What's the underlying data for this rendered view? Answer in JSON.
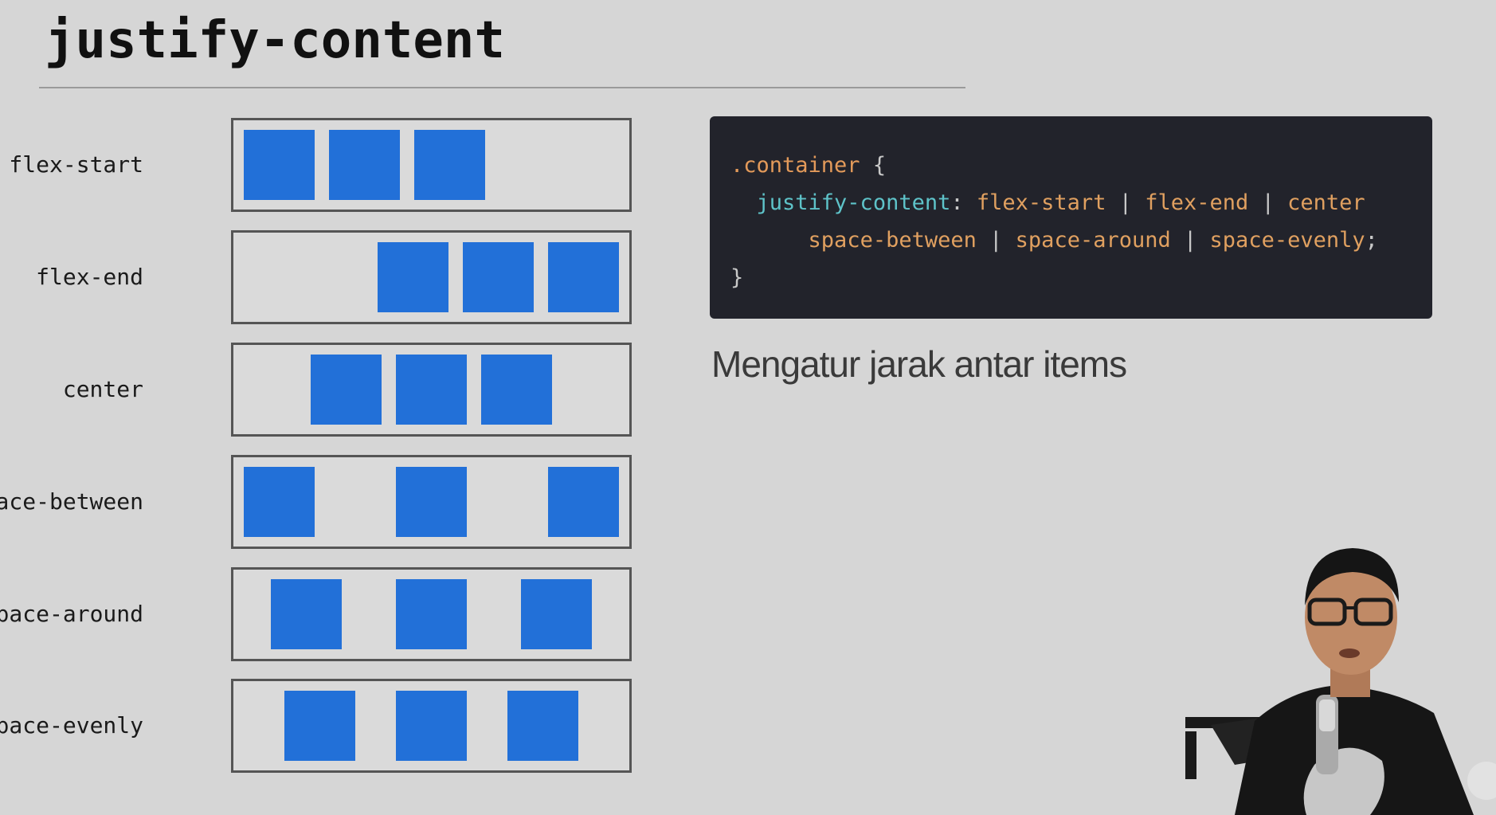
{
  "slide": {
    "title": "justify-content"
  },
  "demo": {
    "rows": [
      {
        "label": "flex-start"
      },
      {
        "label": "flex-end"
      },
      {
        "label": "center"
      },
      {
        "label": "space-between"
      },
      {
        "label": "space-around"
      },
      {
        "label": "space-evenly"
      }
    ],
    "item_color": "#2270d8"
  },
  "code": {
    "selector": ".container",
    "open_brace": "{",
    "property": "justify-content",
    "colon": ":",
    "values_line1": [
      "flex-start",
      "flex-end",
      "center"
    ],
    "values_line2": [
      "space-between",
      "space-around",
      "space-evenly"
    ],
    "separator": "|",
    "semicolon": ";",
    "close_brace": "}"
  },
  "caption": "Mengatur jarak antar items",
  "colors": {
    "background": "#d6d6d6",
    "code_background": "#22232b",
    "selector": "#e39a5a",
    "property": "#5ec3c9",
    "value": "#e0a060",
    "item": "#2270d8"
  }
}
